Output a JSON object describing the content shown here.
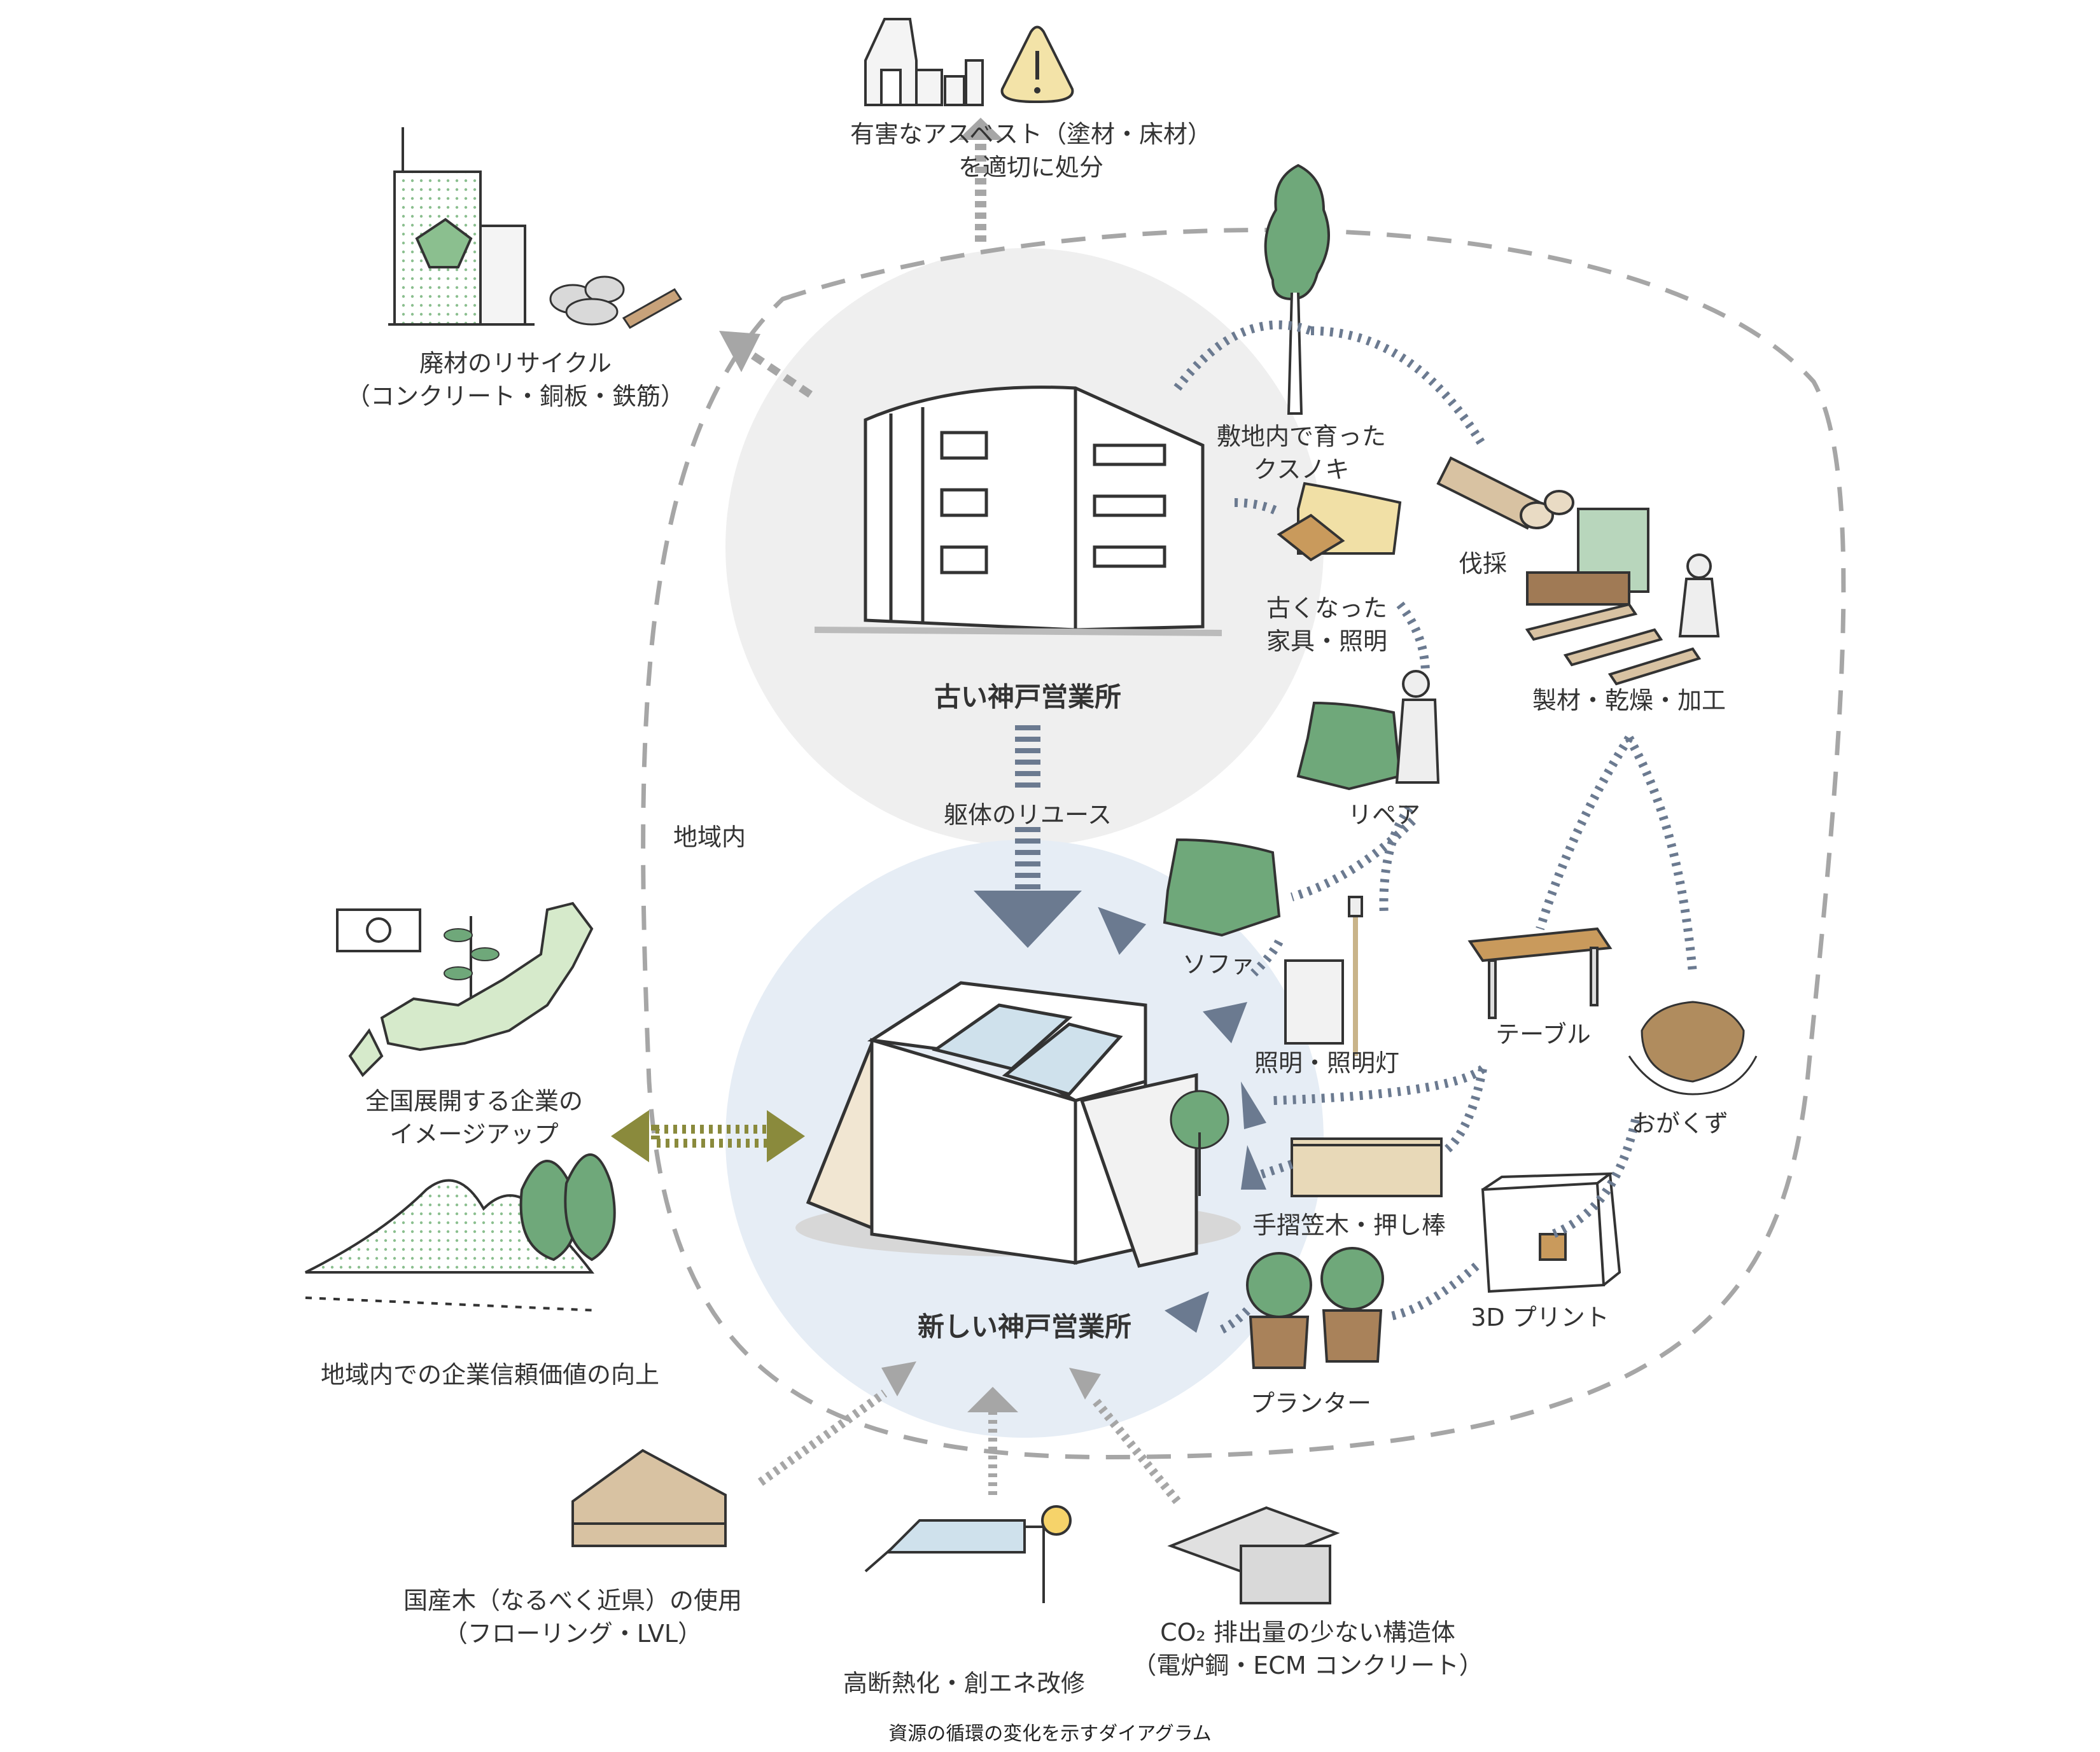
{
  "hazard": {
    "line1": "有害なアスベスト（塗材・床材）",
    "line2": "を適切に処分"
  },
  "recycle": {
    "line1": "廃材のリサイクル",
    "line2": "（コンクリート・銅板・鉄筋）"
  },
  "old_office": {
    "label": "古い神戸営業所"
  },
  "new_office": {
    "label": "新しい神戸営業所"
  },
  "reuse": {
    "label": "躯体のリユース"
  },
  "region": {
    "label": "地域内"
  },
  "tree": {
    "line1": "敷地内で育った",
    "line2": "クスノキ"
  },
  "old_furniture": {
    "line1": "古くなった",
    "line2": "家具・照明"
  },
  "felling": {
    "label": "伐採"
  },
  "sawmill": {
    "label": "製材・乾燥・加工"
  },
  "repair": {
    "label": "リペア"
  },
  "sofa": {
    "label": "ソファ"
  },
  "lighting": {
    "label": "照明・照明灯"
  },
  "table": {
    "label": "テーブル"
  },
  "sawdust": {
    "label": "おがくず"
  },
  "handrail": {
    "label": "手摺笠木・押し棒"
  },
  "print3d": {
    "label": "3D プリント"
  },
  "planter": {
    "label": "プランター"
  },
  "national": {
    "line1": "全国展開する企業の",
    "line2": "イメージアップ"
  },
  "local_trust": {
    "label": "地域内での企業信頼価値の向上"
  },
  "domestic_wood": {
    "line1": "国産木（なるべく近県）の使用",
    "line2": "（フローリング・LVL）"
  },
  "insulation": {
    "label": "高断熱化・創エネ改修"
  },
  "co2": {
    "line1": "CO₂ 排出量の少ない構造体",
    "line2": "（電炉鋼・ECM コンクリート）"
  },
  "caption": "資源の循環の変化を示すダイアグラム",
  "colors": {
    "arrow_gray": "#a6a6a6",
    "arrow_blue": "#6b7a90",
    "arrow_olive": "#8a8a3c",
    "green": "#6fa87a",
    "old_circle": "#efefef",
    "new_circle": "#e6edf5"
  }
}
